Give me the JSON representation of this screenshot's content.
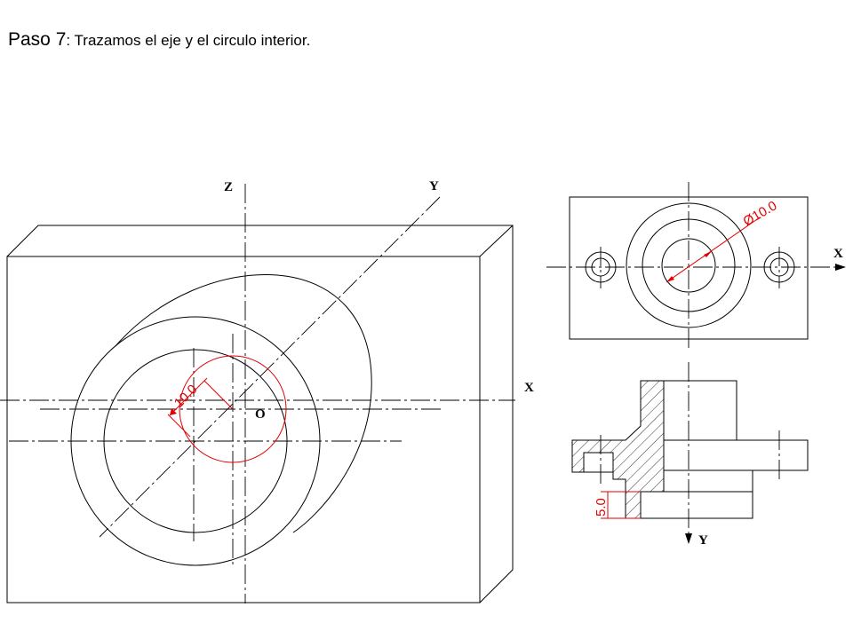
{
  "title": {
    "step": "Paso 7",
    "text": ": Trazamos el eje y el circulo interior."
  },
  "axis_labels": {
    "iso_z": "Z",
    "iso_y": "Y",
    "iso_x": "X",
    "iso_origin": "O",
    "top_x": "X",
    "front_y": "Y"
  },
  "dimensions": {
    "iso_radius": "10.0",
    "top_diameter": "Ø10.0",
    "front_height": "5.0"
  },
  "colors": {
    "line": "#000000",
    "highlight": "#e00000"
  }
}
